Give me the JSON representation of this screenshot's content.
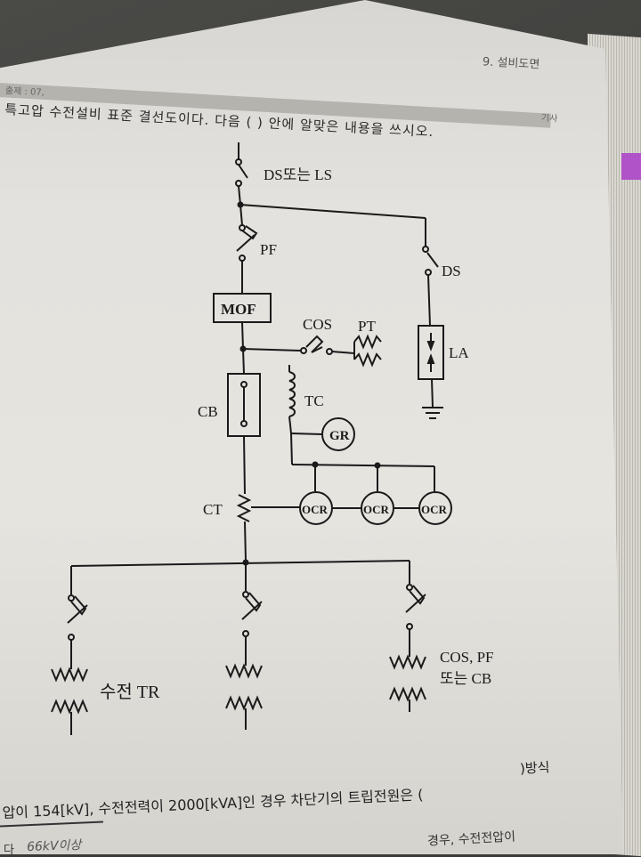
{
  "header": {
    "chapter": "9. 설비도면",
    "left_tag": "출제 : 07,",
    "right_tag": "기사"
  },
  "question": {
    "text": "특고압 수전설비 표준 결선도이다. 다음 (   ) 안에 알맞은 내용을 쓰시오."
  },
  "diagram": {
    "labels": {
      "ds_or_ls": "DS또는 LS",
      "pf": "PF",
      "ds": "DS",
      "mof": "MOF",
      "cos": "COS",
      "pt": "PT",
      "la": "LA",
      "cb": "CB",
      "tc": "TC",
      "gr": "GR",
      "ct": "CT",
      "ocr1": "OCR",
      "ocr2": "OCR",
      "ocr3": "OCR",
      "transformer": "수전 TR",
      "protect_line1": "COS, PF",
      "protect_line2": "또는 CB"
    }
  },
  "footer": {
    "right_text": ")방식",
    "line": "압이 154[kV], 수전전력이 2000[kVA]인 경우 차단기의 트립전원은 (",
    "handwriting": "66kV이상",
    "fragment": "경우, 수전전압이",
    "bottom_left": "다"
  }
}
